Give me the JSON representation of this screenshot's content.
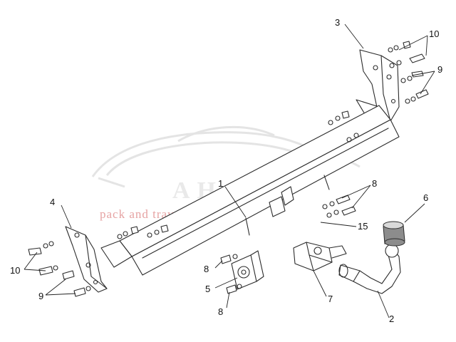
{
  "watermark": {
    "brand": "АНАКА",
    "tagline": "pack and travel",
    "brand_color": "#e9e9e9",
    "tagline_color": "#e6a3a3",
    "logo": "car-silhouette-watermark"
  },
  "callouts": {
    "c1": "1",
    "c2": "2",
    "c3": "3",
    "c4": "4",
    "c5": "5",
    "c6": "6",
    "c7": "7",
    "c8_top": "8",
    "c8_left": "8",
    "c8_bottom": "8",
    "c9_right": "9",
    "c9_left": "9",
    "c10_right": "10",
    "c10_left": "10",
    "c15": "15"
  },
  "colors": {
    "line": "#2b2b2b",
    "fill": "#ffffff"
  }
}
